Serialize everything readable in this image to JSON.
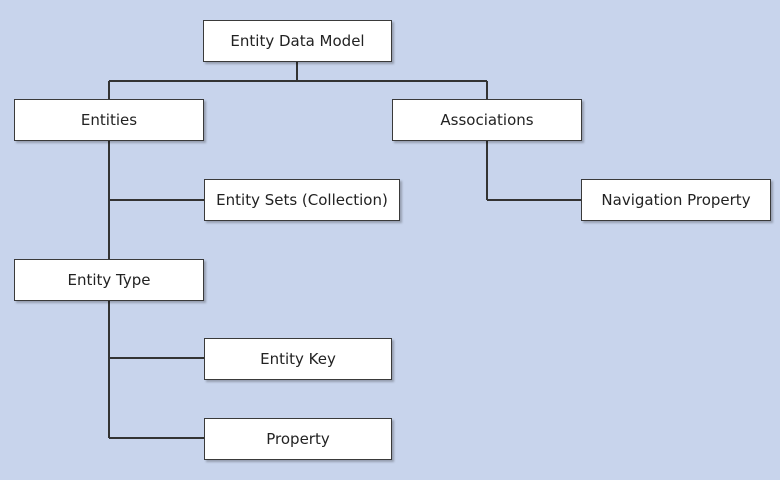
{
  "diagram": {
    "nodes": {
      "root": "Entity Data Model",
      "entities": "Entities",
      "associations": "Associations",
      "entity_sets": "Entity Sets (Collection)",
      "navigation_property": "Navigation Property",
      "entity_type": "Entity Type",
      "entity_key": "Entity Key",
      "property": "Property"
    },
    "edges": [
      [
        "root",
        "entities"
      ],
      [
        "root",
        "associations"
      ],
      [
        "entities",
        "entity_sets"
      ],
      [
        "entities",
        "entity_type"
      ],
      [
        "associations",
        "navigation_property"
      ],
      [
        "entity_type",
        "entity_key"
      ],
      [
        "entity_type",
        "property"
      ]
    ]
  }
}
